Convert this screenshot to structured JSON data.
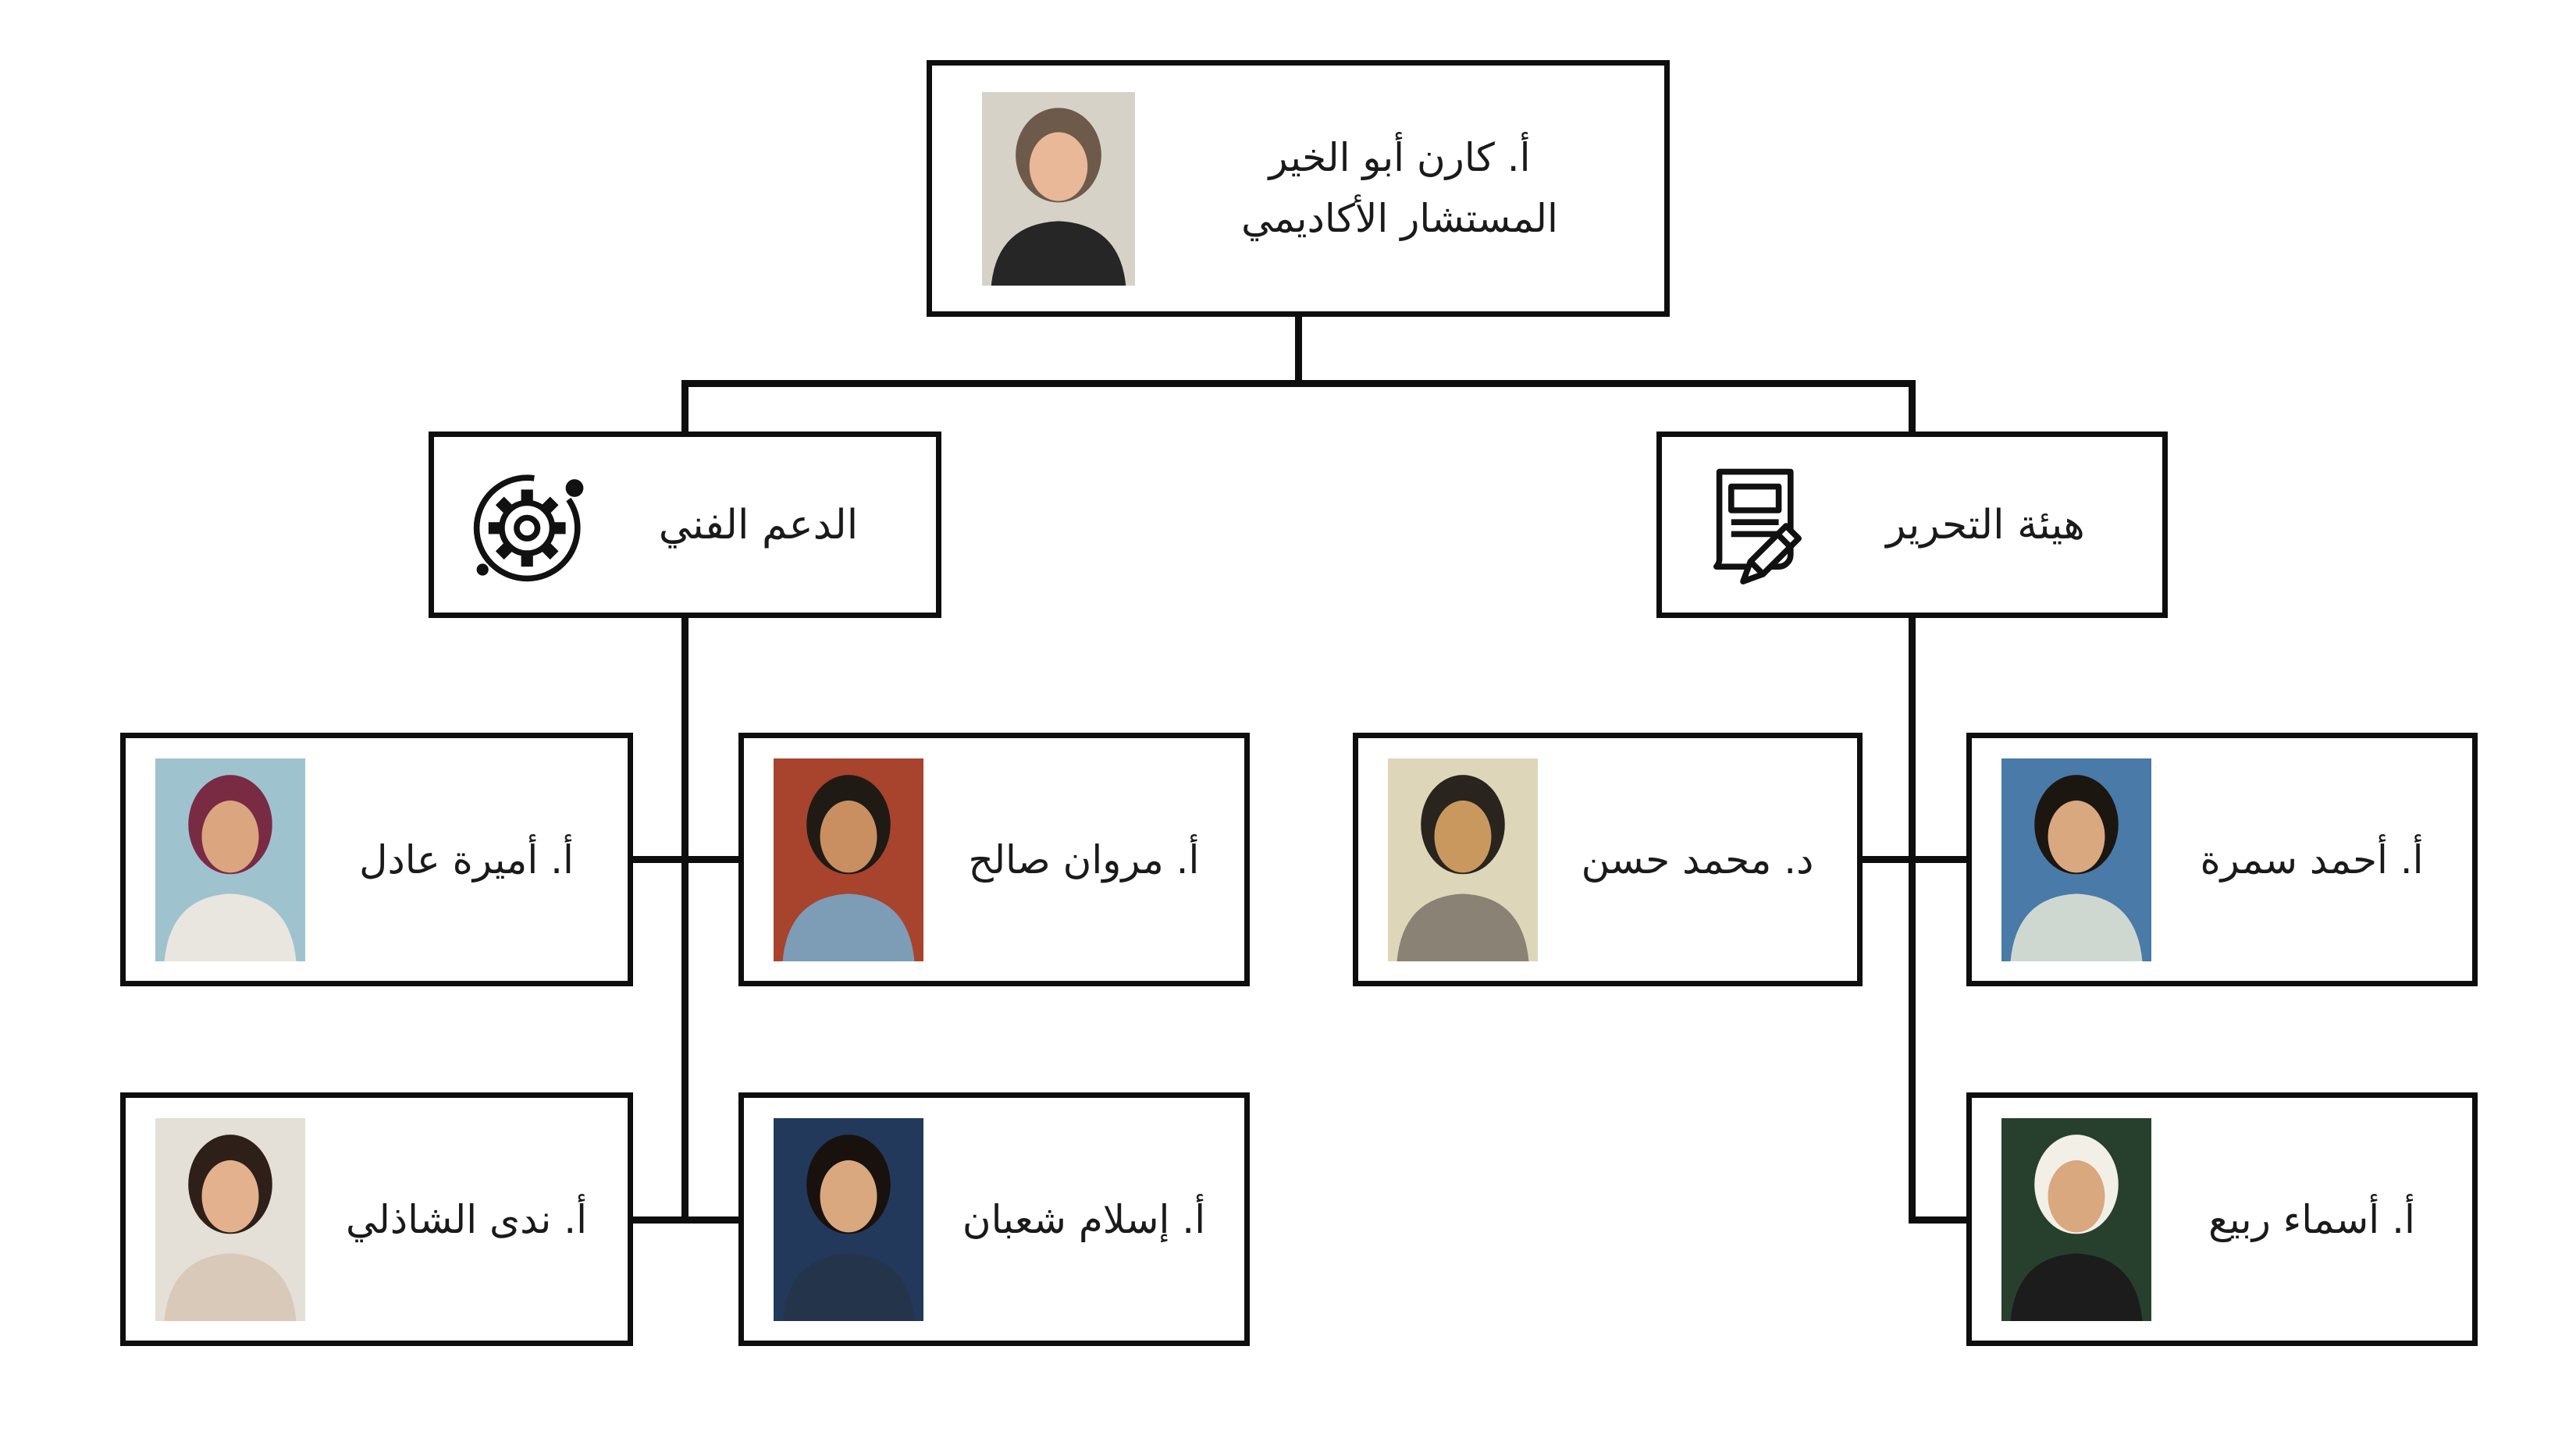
{
  "page": {
    "background": "#ffffff",
    "line_color": "#0e0e0e"
  },
  "org_chart": {
    "root": {
      "name": "أ. كارن أبو الخير",
      "title": "المستشار الأكاديمي",
      "photo": {
        "bg": "#d6d2c8",
        "hair": "#6e5a4a",
        "skin": "#e8b899",
        "shirt": "#262626"
      }
    },
    "branches": {
      "technical_support": {
        "label": "الدعم الفني",
        "icon": "gear-orbit-icon",
        "members": [
          {
            "name": "أ. أميرة عادل",
            "photo": {
              "bg": "#9fc3ce",
              "hair": "#7a2b44",
              "skin": "#dba67f",
              "shirt": "#e9e5df"
            }
          },
          {
            "name": "أ. مروان صالح",
            "photo": {
              "bg": "#a8432d",
              "hair": "#201a15",
              "skin": "#c98f60",
              "shirt": "#7d9cb6"
            }
          },
          {
            "name": "أ. ندى الشاذلي",
            "photo": {
              "bg": "#e4dfd7",
              "hair": "#2e2019",
              "skin": "#e4b18f",
              "shirt": "#d9c9b9"
            }
          },
          {
            "name": "أ. إسلام شعبان",
            "photo": {
              "bg": "#22395c",
              "hair": "#19110d",
              "skin": "#d9a87f",
              "shirt": "#24344a"
            }
          }
        ]
      },
      "editorial_board": {
        "label": "هيئة التحرير",
        "icon": "document-pencil-icon",
        "members": [
          {
            "name": "د. محمد حسن",
            "photo": {
              "bg": "#ded6b9",
              "hair": "#2a241e",
              "skin": "#c9985f",
              "shirt": "#8a8274"
            }
          },
          {
            "name": "أ. أحمد سمرة",
            "photo": {
              "bg": "#4a7aa8",
              "hair": "#1c1611",
              "skin": "#d9a87f",
              "shirt": "#cfd8d0"
            }
          },
          {
            "name": "أ. أسماء ربيع",
            "photo": {
              "bg": "#27402e",
              "hair": "#f2efe7",
              "skin": "#d9a87f",
              "shirt": "#1c1c1c"
            }
          }
        ]
      }
    }
  }
}
